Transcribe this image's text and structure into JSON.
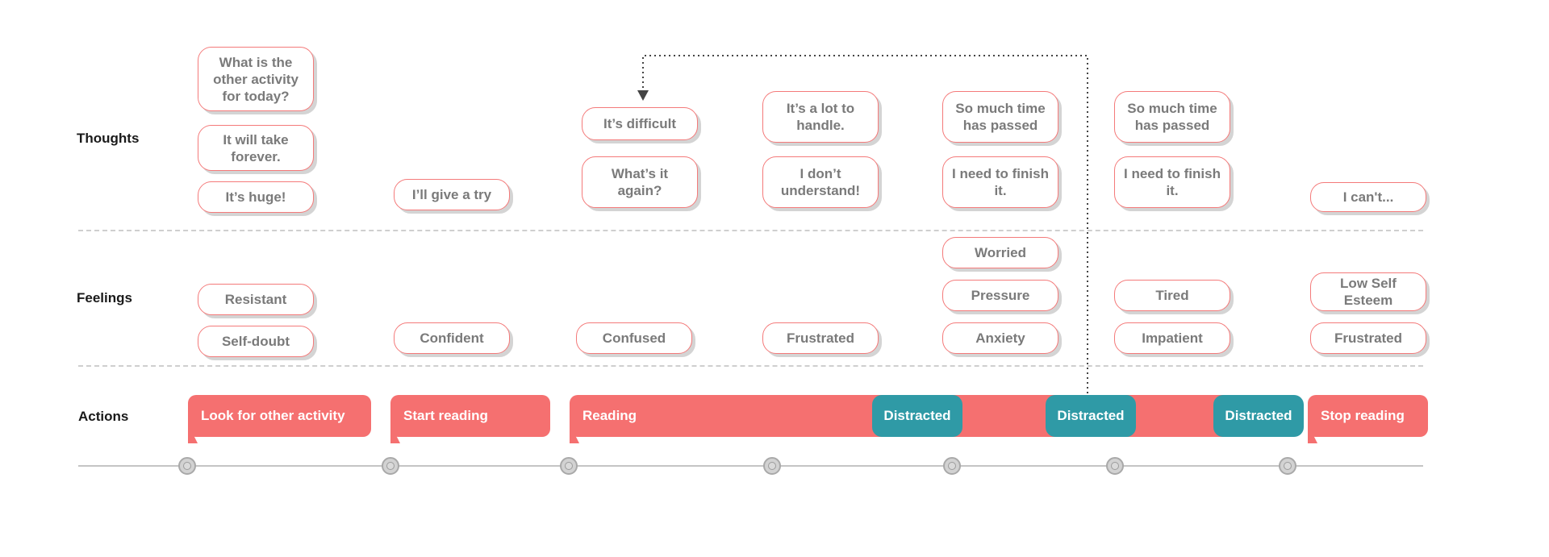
{
  "rows": {
    "thoughts": "Thoughts",
    "feelings": "Feelings",
    "actions": "Actions"
  },
  "thoughts": {
    "s1": [
      "What is the other activity for today?",
      "It will take forever.",
      "It’s huge!"
    ],
    "s2": [
      "I’ll give a try"
    ],
    "s3": [
      "It’s difficult",
      "What’s it again?"
    ],
    "s4": [
      "It’s a lot to handle.",
      "I don’t understand!"
    ],
    "s5": [
      "So much time has passed",
      "I need to finish it."
    ],
    "s6": [
      "So much time has passed",
      "I need to finish it."
    ],
    "s7": [
      "I can't..."
    ]
  },
  "feelings": {
    "s1": [
      "Resistant",
      "Self-doubt"
    ],
    "s2": [
      "Confident"
    ],
    "s3": [
      "Confused"
    ],
    "s4": [
      "Frustrated"
    ],
    "s5": [
      "Worried",
      "Pressure",
      "Anxiety"
    ],
    "s6": [
      "Tired",
      "Impatient"
    ],
    "s7": [
      "Low Self Esteem",
      "Frustrated"
    ]
  },
  "actions": [
    "Look for other activity",
    "Start reading",
    "Reading",
    "Stop reading"
  ],
  "distracted": [
    "Distracted",
    "Distracted",
    "Distracted"
  ],
  "colors": {
    "action": "#f57070",
    "distracted": "#2f9aa6",
    "bubble_border": "#f47a7a",
    "bubble_text": "#7a7a7a"
  }
}
